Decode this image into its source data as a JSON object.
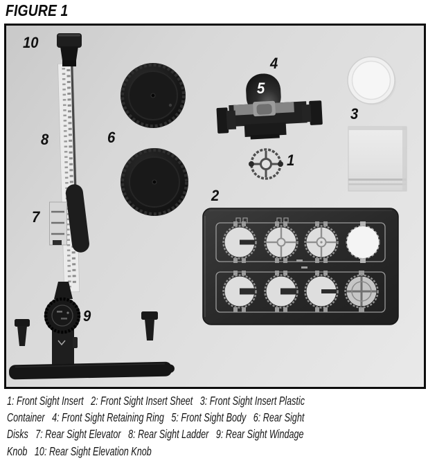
{
  "figure": {
    "title": "FIGURE 1"
  },
  "photo": {
    "labels": {
      "l1": "1",
      "l2": "2",
      "l3": "3",
      "l4": "4",
      "l5": "5",
      "l6": "6",
      "l7": "7",
      "l8": "8",
      "l9": "9",
      "l10": "10"
    }
  },
  "caption": {
    "lines": [
      "1: Front Sight Insert   2: Front Sight Insert Sheet   3: Front Sight Insert Plastic",
      "Container   4: Front Sight Retaining Ring   5: Front Sight Body   6: Rear Sight",
      "Disks   7: Rear Sight Elevator   8: Rear Sight Ladder   9: Rear Sight Windage",
      "Knob   10: Rear Sight Elevation Knob"
    ],
    "parts": [
      {
        "num": "1",
        "name": "Front Sight Insert"
      },
      {
        "num": "2",
        "name": "Front Sight Insert Sheet"
      },
      {
        "num": "3",
        "name": "Front Sight Insert Plastic Container"
      },
      {
        "num": "4",
        "name": "Front Sight Retaining Ring"
      },
      {
        "num": "5",
        "name": "Front Sight Body"
      },
      {
        "num": "6",
        "name": "Rear Sight Disks"
      },
      {
        "num": "7",
        "name": "Rear Sight Elevator"
      },
      {
        "num": "8",
        "name": "Rear Sight Ladder"
      },
      {
        "num": "9",
        "name": "Rear Sight Windage Knob"
      },
      {
        "num": "10",
        "name": "Rear Sight Elevation Knob"
      }
    ]
  },
  "colors": {
    "ink": "#0c0c0c",
    "label_on_dark": "#ffffff",
    "photo_bg_light": "#e9e9e9",
    "photo_bg_dark": "#c9c9c9",
    "part_dark": "#1b1b1b",
    "frame_border": "#0d0d0d"
  }
}
